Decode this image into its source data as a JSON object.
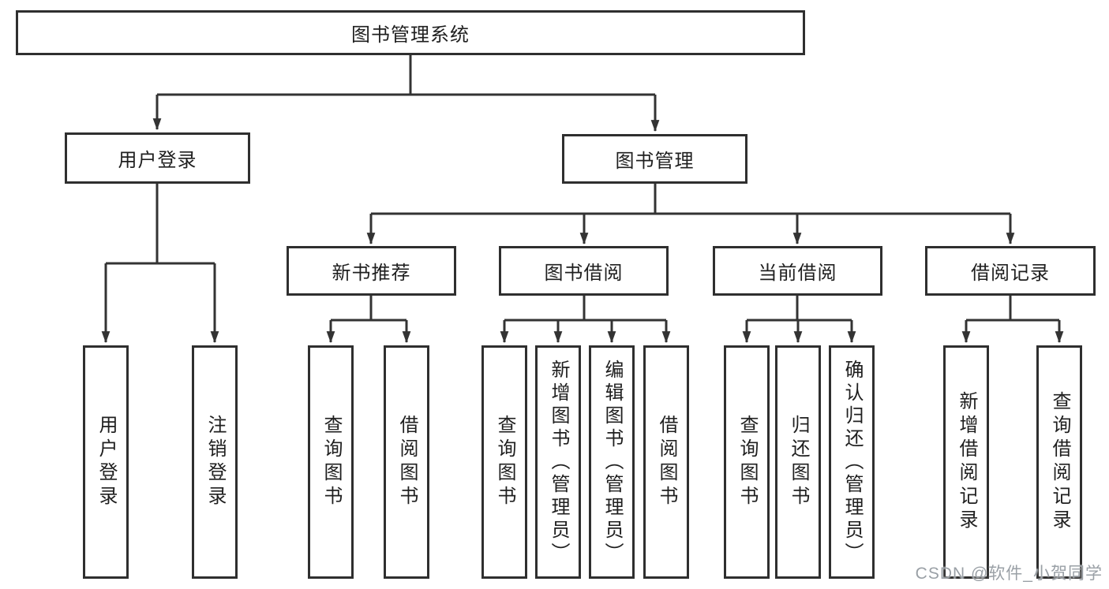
{
  "diagram": {
    "root_label": "图书管理系统",
    "branches": [
      {
        "label": "用户登录",
        "children": [
          {
            "label": "用户登录"
          },
          {
            "label": "注销登录"
          }
        ]
      },
      {
        "label": "图书管理",
        "groups": [
          {
            "label": "新书推荐",
            "children": [
              {
                "label": "查询图书"
              },
              {
                "label": "借阅图书"
              }
            ]
          },
          {
            "label": "图书借阅",
            "children": [
              {
                "label": "查询图书"
              },
              {
                "label": "新增图书（管理员）"
              },
              {
                "label": "编辑图书（管理员）"
              },
              {
                "label": "借阅图书"
              }
            ]
          },
          {
            "label": "当前借阅",
            "children": [
              {
                "label": "查询图书"
              },
              {
                "label": "归还图书"
              },
              {
                "label": "确认归还（管理员）"
              }
            ]
          },
          {
            "label": "借阅记录",
            "children": [
              {
                "label": "新增借阅记录"
              },
              {
                "label": "查询借阅记录"
              }
            ]
          }
        ]
      }
    ]
  },
  "watermark": {
    "text": "CSDN @软件_小贺同学",
    "color": "#9aa0a6"
  },
  "colors": {
    "line": "#333333",
    "box_border": "#2f2f2f",
    "text": "#1f1f1f",
    "background": "#ffffff",
    "watermark": "#9aa0a6"
  }
}
